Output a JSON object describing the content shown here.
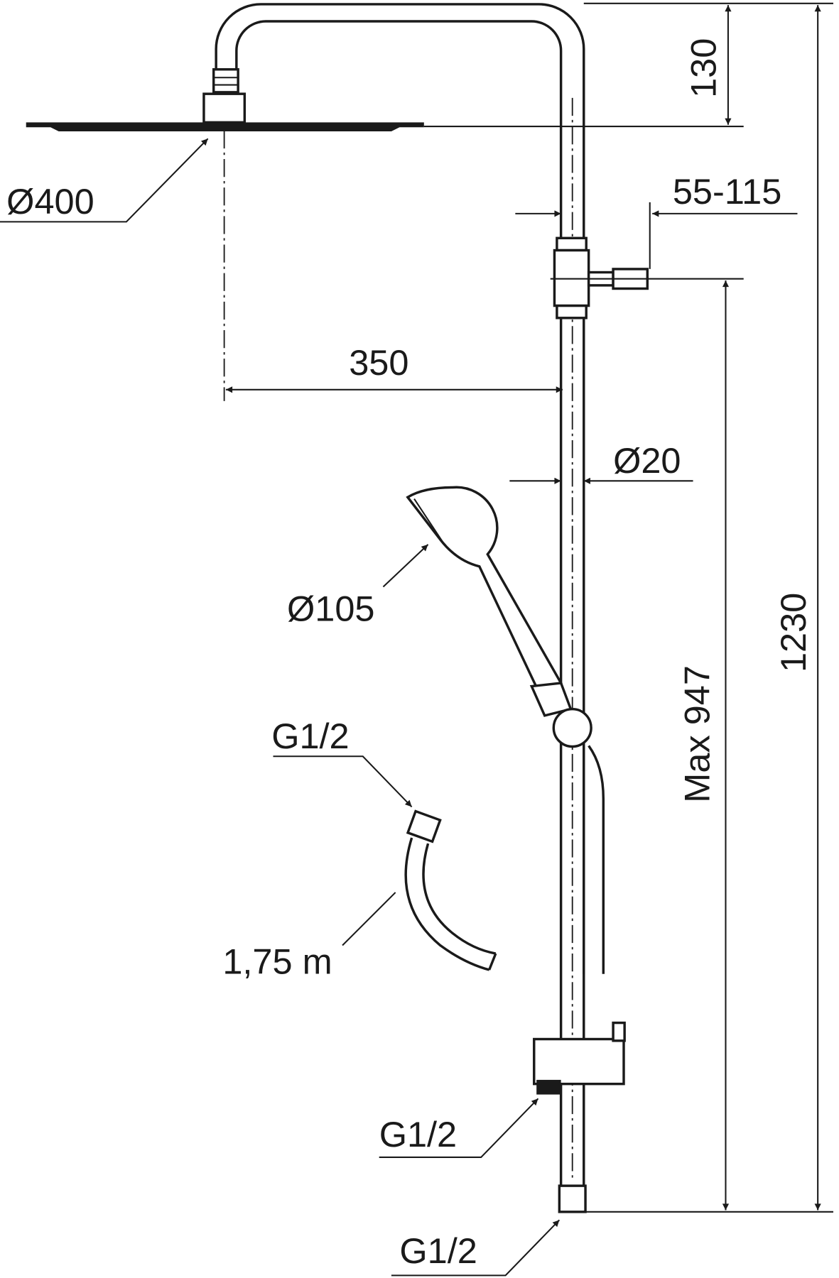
{
  "drawing": {
    "labels": {
      "head_diameter": "Ø400",
      "arm_height": "130",
      "wall_distance": "55-115",
      "arm_projection": "350",
      "rail_diameter": "Ø20",
      "hand_shower_diameter": "Ø105",
      "hose_connection": "G1/2",
      "hose_length": "1,75 m",
      "max_height": "Max 947",
      "total_height": "1230",
      "diverter_outlet": "G1/2",
      "inlet_connection": "G1/2"
    },
    "line_color": "#1a1a1a",
    "background": "#ffffff"
  }
}
